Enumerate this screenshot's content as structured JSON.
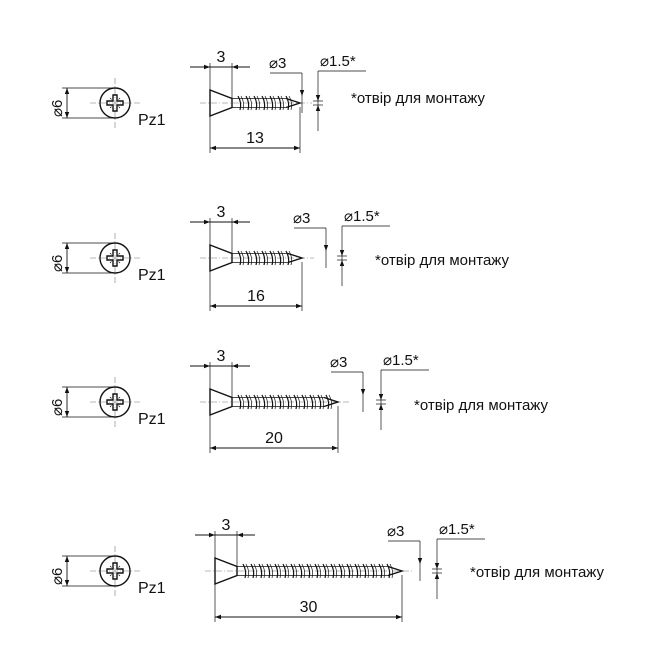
{
  "screws": [
    {
      "head_diameter": "6",
      "drive": "Pz1",
      "head_height": "3",
      "thread_diameter": "3",
      "pilot_hole": "1.5*",
      "length": "13",
      "note": "*отвір для монтажу"
    },
    {
      "head_diameter": "6",
      "drive": "Pz1",
      "head_height": "3",
      "thread_diameter": "3",
      "pilot_hole": "1.5*",
      "length": "16",
      "note": "*отвір для монтажу"
    },
    {
      "head_diameter": "6",
      "drive": "Pz1",
      "head_height": "3",
      "thread_diameter": "3",
      "pilot_hole": "1.5*",
      "length": "20",
      "note": "*отвір для монтажу"
    },
    {
      "head_diameter": "6",
      "drive": "Pz1",
      "head_height": "3",
      "thread_diameter": "3",
      "pilot_hole": "1.5*",
      "length": "30",
      "note": "*отвір для монтажу"
    }
  ],
  "diameter_symbol": "⌀",
  "colors": {
    "line": "#111111",
    "centerline": "#777777",
    "background": "#ffffff"
  }
}
